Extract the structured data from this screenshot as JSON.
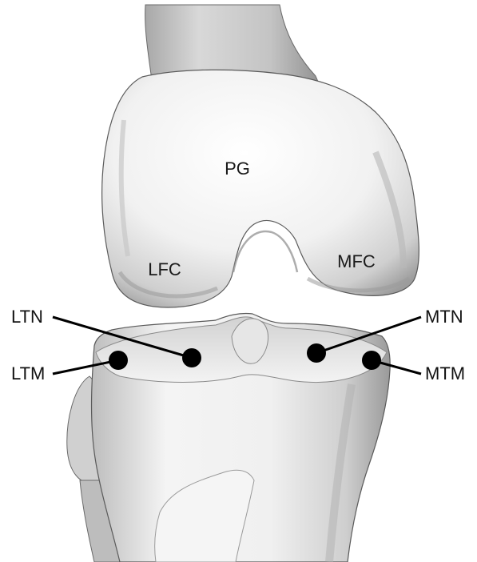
{
  "colors": {
    "background": "#ffffff",
    "bone_light": "#f4f4f4",
    "bone_mid": "#d9d9d9",
    "bone_shadow": "#9a9a9a",
    "bone_outline": "#555555",
    "marker": "#000000",
    "text": "#111111"
  },
  "femur": {
    "regions": {
      "patellar_groove": "PG",
      "lateral_condyle": "LFC",
      "medial_condyle": "MFC"
    }
  },
  "tibia": {
    "landmarks": {
      "lateral_tibial_notch": "LTN",
      "lateral_tibial_margin": "LTM",
      "medial_tibial_notch": "MTN",
      "medial_tibial_margin": "MTM"
    }
  }
}
